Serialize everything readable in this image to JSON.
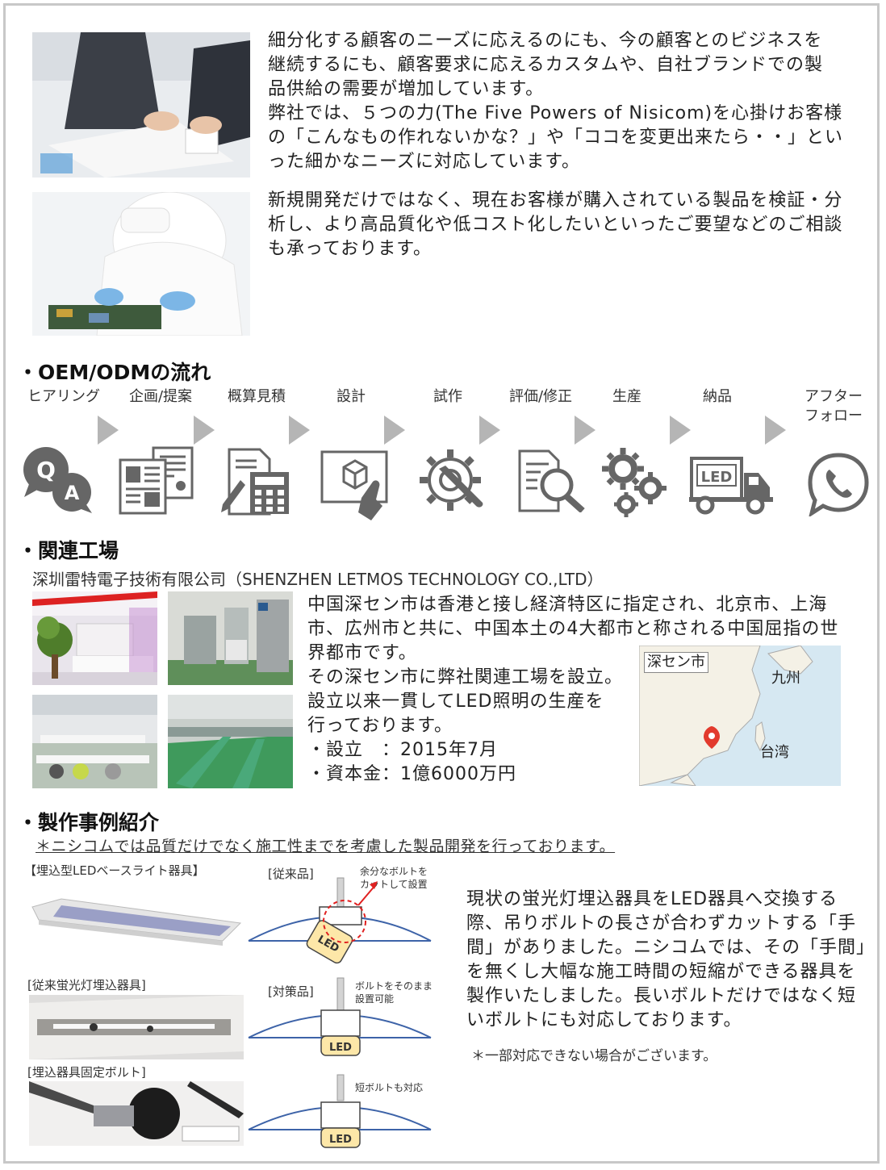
{
  "intro": {
    "para1": "細分化する顧客のニーズに応えるのにも、今の顧客とのビジネスを継続するにも、顧客要求に応えるカスタムや、自社ブランドでの製品供給の需要が増加しています。",
    "para2": "弊社では、５つの力(The Five Powers of Nisicom)を心掛けお客様の「こんなもの作れないかな？」や「ココを変更出来たら・・」といった細かなニーズに対応しています。",
    "para3": "新規開発だけではなく、現在お客様が購入されている製品を検証・分析し、より高品質化や低コスト化したいといったご要望などのご相談も承っております。"
  },
  "flow": {
    "title": "・OEM/ODMの流れ",
    "steps": [
      "ヒアリング",
      "企画/提案",
      "概算見積",
      "設計",
      "試作",
      "評価/修正",
      "生産",
      "納品",
      "アフター\nフォロー"
    ],
    "qa_q": "Q",
    "qa_a": "A",
    "truck_text": "LED"
  },
  "factory": {
    "title": "・関連工場",
    "company": "深圳雷特電子技術有限公司（SHENZHEN LETMOS TECHNOLOGY CO.,LTD）",
    "desc_line1": "中国深セン市は香港と接し経済特区に指定され、北京市、上海市、広州市と共に、中国本土の4大都市と称される中国屈指の世界都市です。",
    "desc_line2": "その深セン市に弊社関連工場を設立。",
    "desc_line3": "設立以来一貫してLED照明の生産を",
    "desc_line4": "行っております。",
    "founded": "・設立　：2015年7月",
    "capital": "・資本金：1億6000万円",
    "map": {
      "label_shenzhen": "深セン市",
      "label_kyushu": "九州",
      "label_taiwan": "台湾"
    }
  },
  "cases": {
    "title": "・製作事例紹介",
    "subtitle": "＊ニシコムでは品質だけでなく施工性までを考慮した製品開発を行っております。",
    "product_label": "【埋込型LEDベースライト器具】",
    "old_fixture_label": "[従来蛍光灯埋込器具]",
    "bolt_label": "[埋込器具固定ボルト]",
    "before_label": "[従来品]",
    "before_note": "余分なボルトを\nカットして設置",
    "after_label": "[対策品]",
    "after_note": "ボルトをそのまま\n設置可能",
    "short_note": "短ボルトも対応",
    "led_text": "LED",
    "description": "現状の蛍光灯埋込器具をLED器具へ交換する際、吊りボルトの長さが合わずカットする「手間」がありました。ニシコムでは、その「手間」を無くし大幅な施工時間の短縮ができる器具を製作いたしました。長いボルトだけではなく短いボルトにも対応しております。",
    "footnote": "＊一部対応できない場合がございます。"
  }
}
